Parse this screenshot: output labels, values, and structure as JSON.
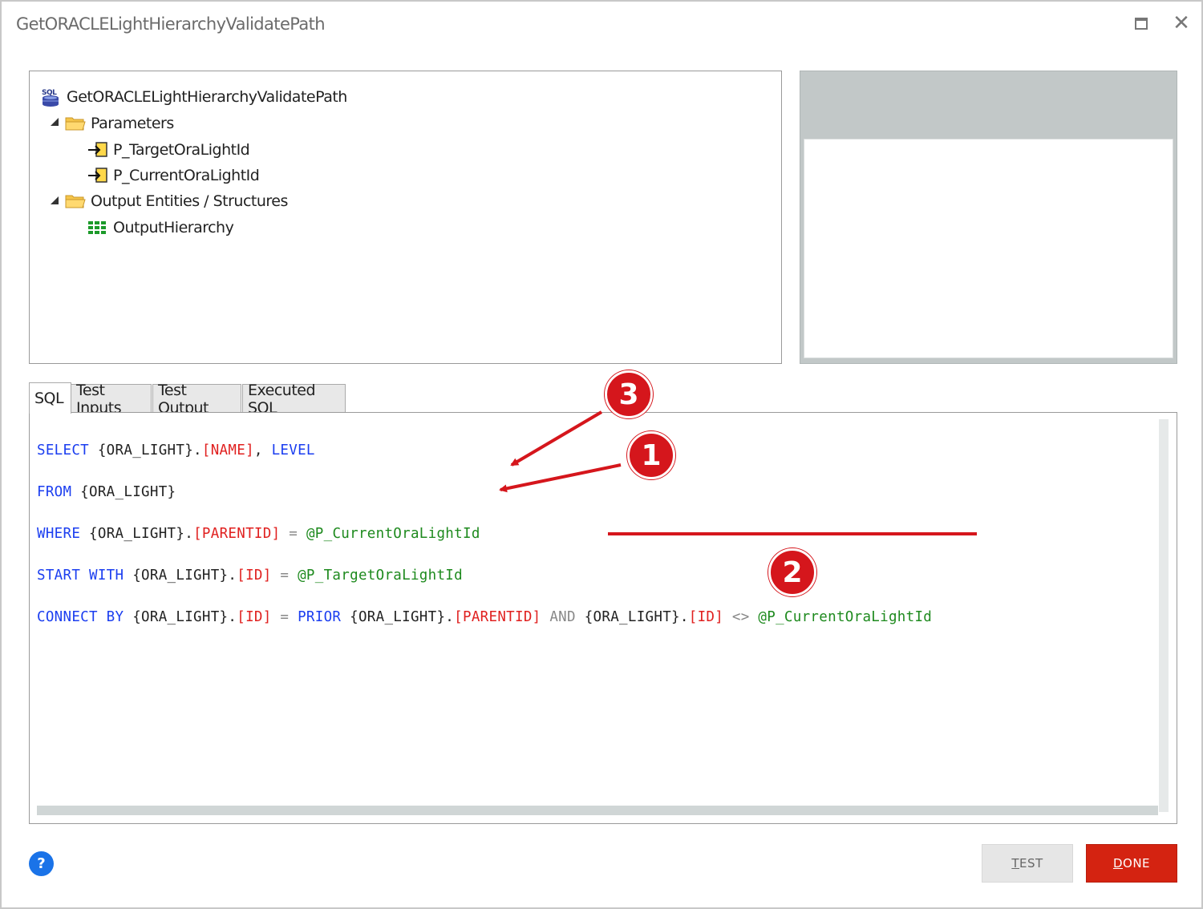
{
  "window": {
    "title": "GetORACLELightHierarchyValidatePath",
    "maximize_icon": "maximize-icon",
    "close_icon": "close-icon"
  },
  "tree": {
    "root": {
      "label": "GetORACLELightHierarchyValidatePath",
      "icon": "sql-icon"
    },
    "parameters": {
      "label": "Parameters",
      "icon": "folder-icon",
      "items": [
        "P_TargetOraLightId",
        "P_CurrentOraLightId"
      ]
    },
    "outputs": {
      "label": "Output Entities / Structures",
      "icon": "folder-icon",
      "items": [
        "OutputHierarchy"
      ]
    }
  },
  "tabs": [
    "SQL",
    "Test Inputs",
    "Test Output",
    "Executed SQL"
  ],
  "active_tab": "SQL",
  "sql": {
    "line1": {
      "select": "SELECT",
      "entity": " {ORA_LIGHT}.",
      "attr": "[NAME]",
      "comma": ", ",
      "level": "LEVEL"
    },
    "line2": {
      "from": "FROM",
      "entity": " {ORA_LIGHT}"
    },
    "line3": {
      "where": "WHERE",
      "entity": " {ORA_LIGHT}.",
      "attr": "[PARENTID]",
      "eq": " = ",
      "param": "@P_CurrentOraLightId"
    },
    "line4": {
      "start": "START WITH",
      "entity": " {ORA_LIGHT}.",
      "attr": "[ID]",
      "eq": " = ",
      "param": "@P_TargetOraLightId"
    },
    "line5": {
      "connect": "CONNECT BY",
      "entity": " {ORA_LIGHT}.",
      "attr": "[ID]",
      "eq": " = ",
      "prior": "PRIOR",
      "entity2": " {ORA_LIGHT}.",
      "attr2": "[PARENTID]",
      "and": " AND ",
      "entity3": "{ORA_LIGHT}.",
      "attr3": "[ID]",
      "ne": " <> ",
      "param": "@P_CurrentOraLightId"
    }
  },
  "annotations": [
    "3",
    "1",
    "2"
  ],
  "footer": {
    "help": "?",
    "test_first": "T",
    "test_rest": "EST",
    "done_first": "D",
    "done_rest": "ONE"
  },
  "colors": {
    "keyword": "#1b3ef0",
    "attribute": "#e0201f",
    "parameter": "#1e8a1e",
    "annotation": "#d5161c",
    "done_button": "#d42311",
    "help_button": "#1a73e8"
  }
}
